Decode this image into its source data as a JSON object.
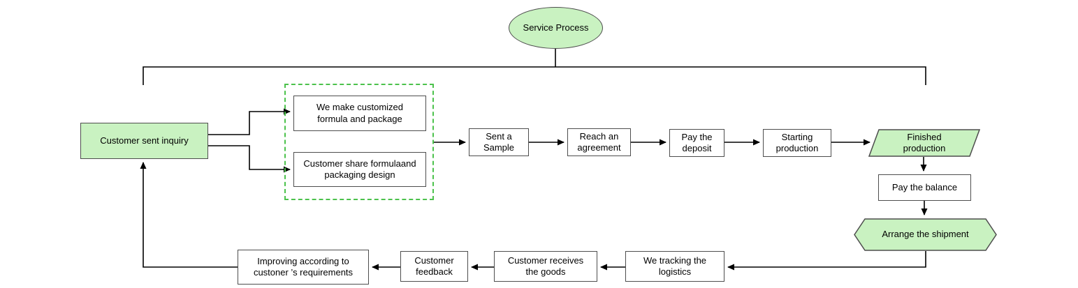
{
  "diagram_title": "Service Process",
  "nodes": {
    "service_process": "Service Process",
    "inquiry": "Customer sent inquiry",
    "make_formula": "We make customized formula and package",
    "share_formula": "Customer share formulaand packaging design",
    "sent_sample": "Sent a Sample",
    "reach_agreement": "Reach an agreement",
    "pay_deposit": "Pay the deposit",
    "starting_production": "Starting production",
    "finished_production": "Finished production",
    "pay_balance": "Pay the balance",
    "arrange_shipment": "Arrange the shipment",
    "tracking_logistics": "We tracking the logistics",
    "receives_goods": "Customer receives the goods",
    "customer_feedback": "Customer feedback",
    "improving": "Improving according to custoner ’s requirements"
  },
  "colors": {
    "node_fill_green": "#c9f2c1",
    "dashed_border_green": "#4cc24c",
    "node_border": "#4d4d4d",
    "connector": "#000000",
    "background": "#ffffff"
  }
}
